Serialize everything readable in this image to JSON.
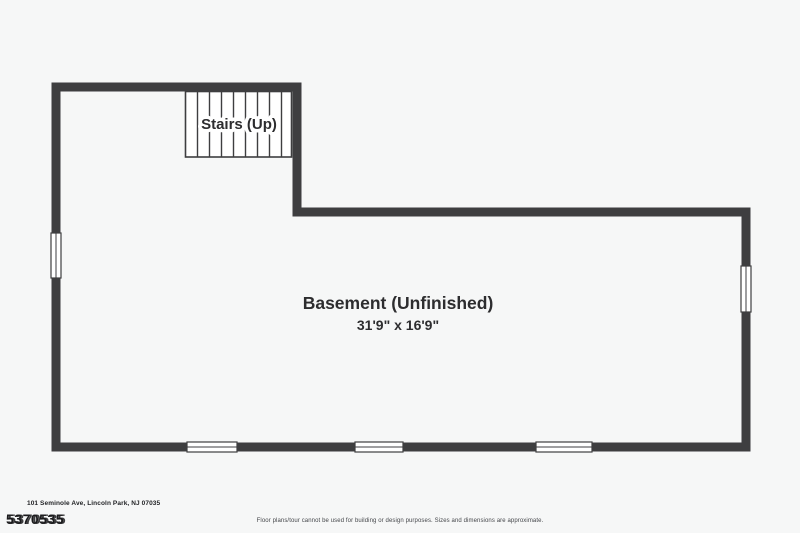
{
  "colors": {
    "background": "#f6f7f7",
    "wall": "#3e3e40",
    "stairs_fill": "#ffffff",
    "text": "#2d2d2f"
  },
  "plan": {
    "stairs_label": "Stairs (Up)",
    "room_label": "Basement (Unfinished)",
    "room_dimensions": "31'9\" x 16'9\""
  },
  "footer": {
    "address": "101 Seminole Ave, Lincoln Park, NJ 07035",
    "listing_id": "5370535",
    "disclaimer": "Floor plans/tour cannot be used for building or design purposes. Sizes and dimensions are approximate."
  }
}
